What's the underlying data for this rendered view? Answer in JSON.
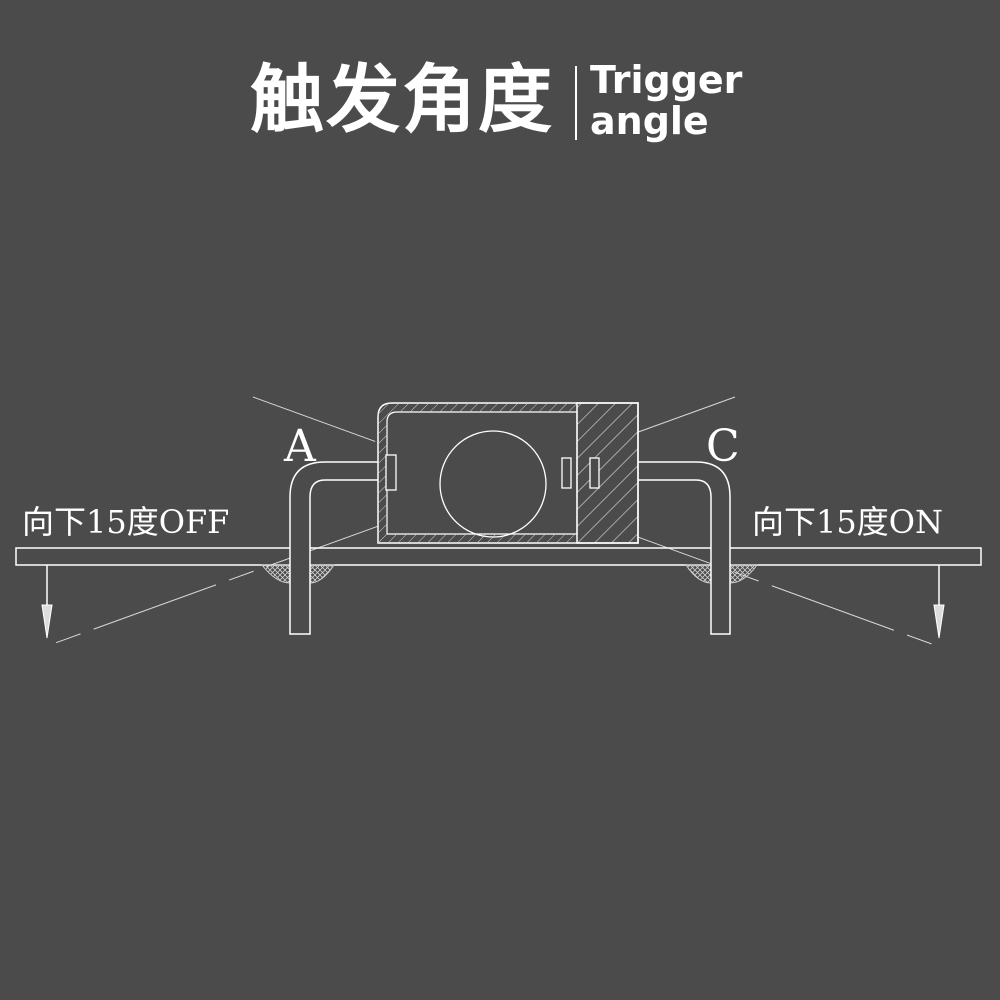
{
  "header": {
    "title_cn": "触发角度",
    "title_en_line1": "Trigger",
    "title_en_line2": "angle"
  },
  "diagram": {
    "terminal_a_label": "A",
    "terminal_c_label": "C",
    "left_note": "向下15度OFF",
    "right_note": "向下15度ON"
  },
  "colors": {
    "background": "#4b4b4b",
    "line": "#ffffff"
  }
}
